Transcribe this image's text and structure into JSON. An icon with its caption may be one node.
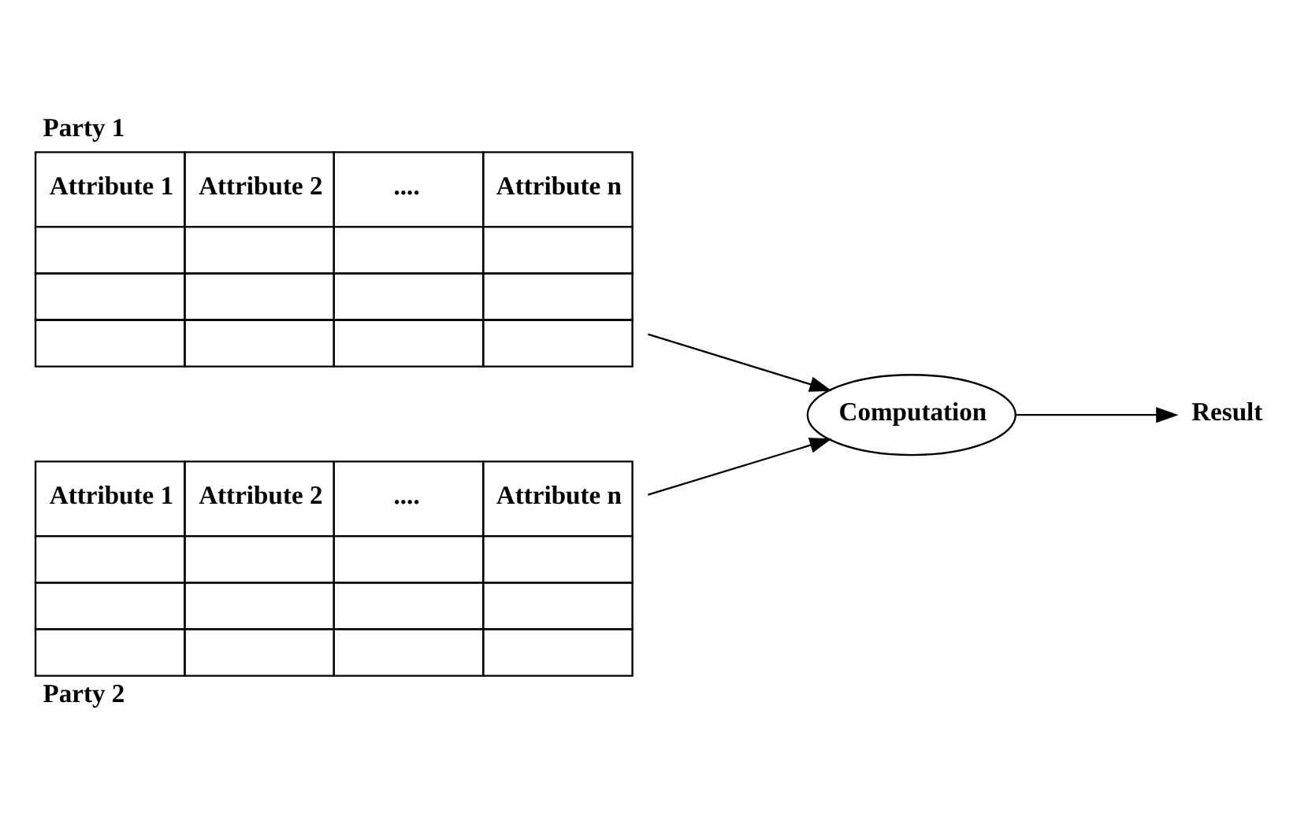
{
  "diagram": {
    "nodes": [
      {
        "text": [
          "Party 1",
          "Attribute 1",
          "Attribute 2",
          "....",
          "Attribute n"
        ]
      },
      {
        "text": [
          "Party 2",
          "Attribute 1",
          "Attribute 2",
          "....",
          "Attribute n"
        ]
      },
      {
        "text": [
          "Computation"
        ]
      },
      {
        "text": [
          "Result"
        ]
      }
    ],
    "edges": [
      {
        "from": 0,
        "to": 2,
        "arrow": "to"
      },
      {
        "from": 1,
        "to": 2,
        "arrow": "to"
      },
      {
        "from": 2,
        "to": 3,
        "arrow": "to"
      }
    ]
  }
}
